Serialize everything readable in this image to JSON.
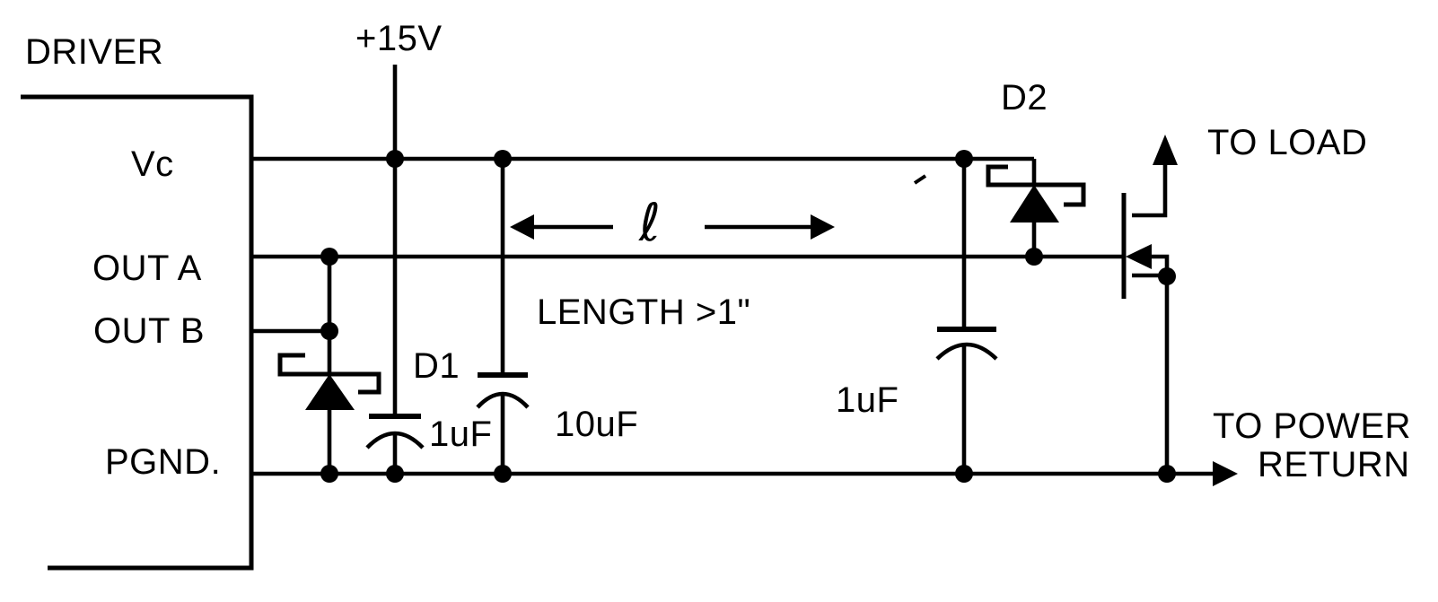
{
  "schematic": {
    "driver": {
      "label": "DRIVER",
      "pins": {
        "vc": "Vc",
        "out_a": "OUT A",
        "out_b": "OUT B",
        "pgnd": "PGND."
      }
    },
    "supply": {
      "label": "+15V"
    },
    "diodes": {
      "d1": "D1",
      "d2": "D2"
    },
    "capacitors": {
      "c1": "1uF",
      "c2": "10uF",
      "c3": "1uF"
    },
    "trace_length": {
      "symbol": "ℓ",
      "note": "LENGTH >1\""
    },
    "connections": {
      "to_load": "TO LOAD",
      "to_power_line1": "TO POWER",
      "to_power_line2": "RETURN"
    },
    "colors": {
      "ink": "#000000",
      "paper": "#ffffff"
    }
  }
}
